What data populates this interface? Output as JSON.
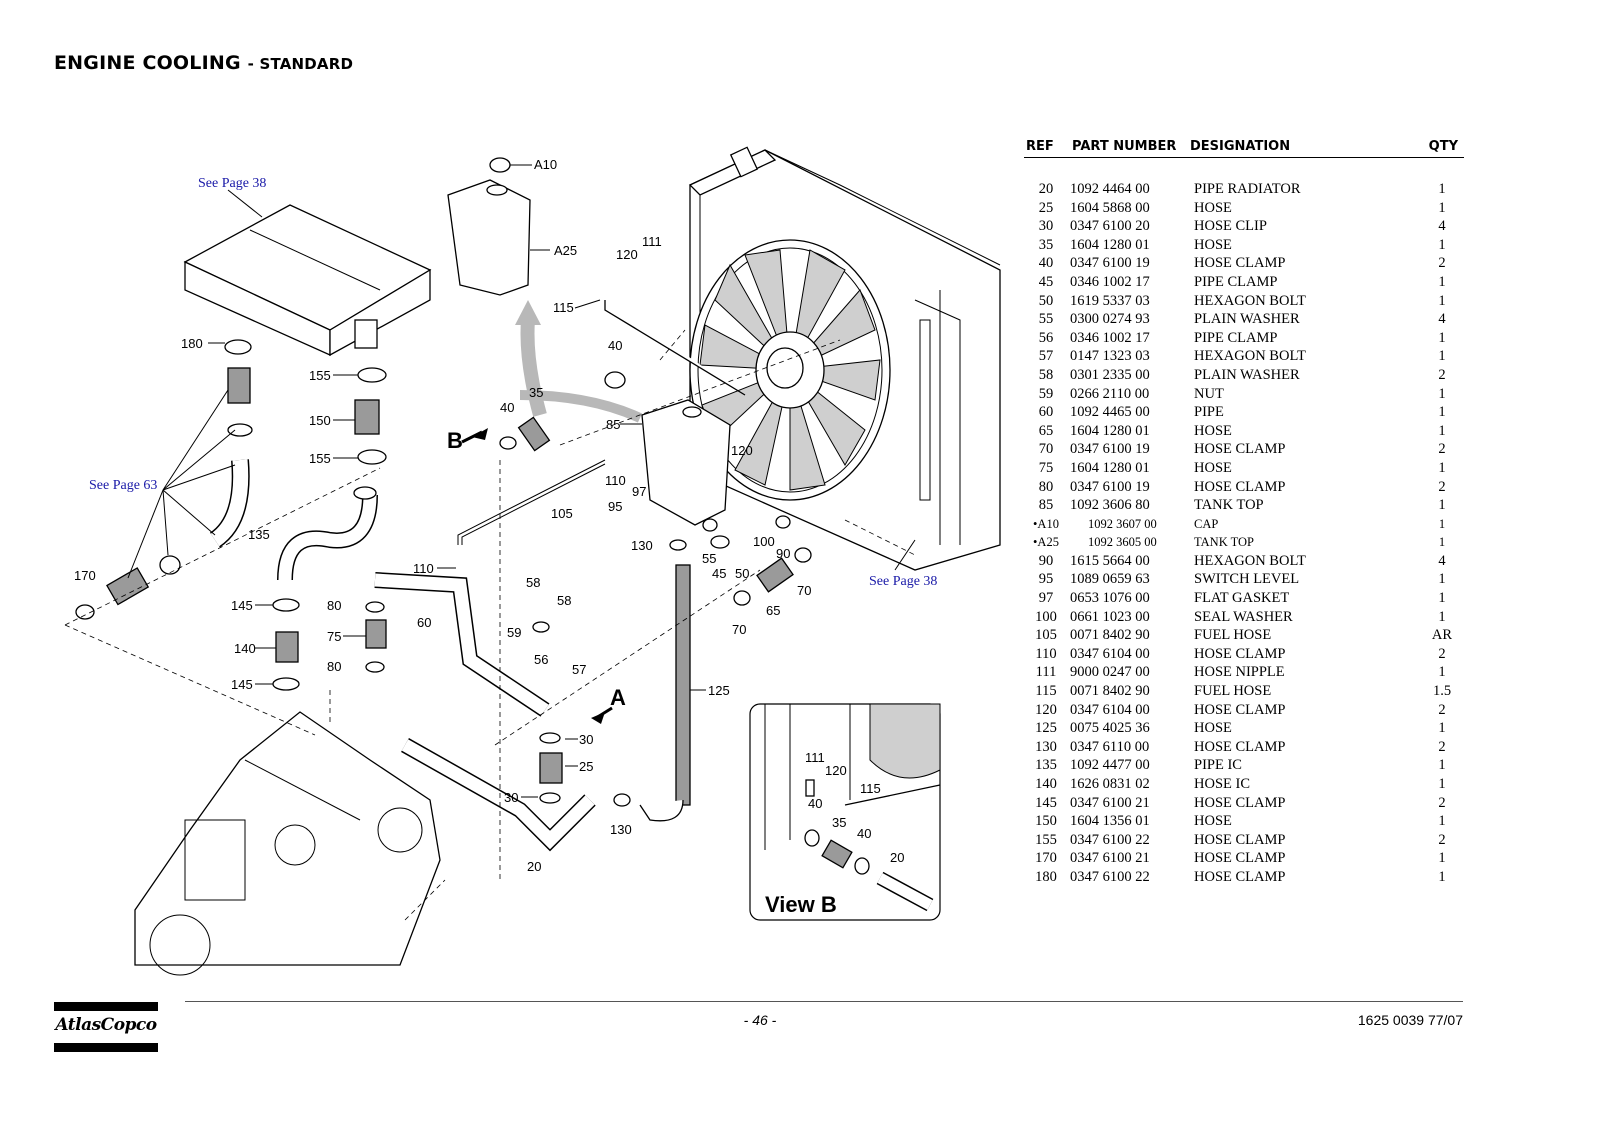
{
  "title": {
    "main": "ENGINE COOLING",
    "sub": "- STANDARD"
  },
  "table": {
    "headers": {
      "ref": "REF",
      "part_number": "PART NUMBER",
      "designation": "DESIGNATION",
      "qty": "QTY"
    },
    "rows": [
      {
        "ref": "20",
        "part_number": "1092 4464 00",
        "designation": "PIPE RADIATOR",
        "qty": "1"
      },
      {
        "ref": "25",
        "part_number": "1604 5868 00",
        "designation": "HOSE",
        "qty": "1"
      },
      {
        "ref": "30",
        "part_number": "0347 6100 20",
        "designation": "HOSE CLIP",
        "qty": "4"
      },
      {
        "ref": "35",
        "part_number": "1604 1280 01",
        "designation": "HOSE",
        "qty": "1"
      },
      {
        "ref": "40",
        "part_number": "0347 6100 19",
        "designation": "HOSE CLAMP",
        "qty": "2"
      },
      {
        "ref": "45",
        "part_number": "0346 1002 17",
        "designation": "PIPE CLAMP",
        "qty": "1"
      },
      {
        "ref": "50",
        "part_number": "1619 5337 03",
        "designation": "HEXAGON BOLT",
        "qty": "1"
      },
      {
        "ref": "55",
        "part_number": "0300 0274 93",
        "designation": "PLAIN WASHER",
        "qty": "4"
      },
      {
        "ref": "56",
        "part_number": "0346 1002 17",
        "designation": "PIPE CLAMP",
        "qty": "1"
      },
      {
        "ref": "57",
        "part_number": "0147 1323 03",
        "designation": "HEXAGON BOLT",
        "qty": "1"
      },
      {
        "ref": "58",
        "part_number": "0301 2335 00",
        "designation": "PLAIN WASHER",
        "qty": "2"
      },
      {
        "ref": "59",
        "part_number": "0266 2110 00",
        "designation": "NUT",
        "qty": "1"
      },
      {
        "ref": "60",
        "part_number": "1092 4465 00",
        "designation": "PIPE",
        "qty": "1"
      },
      {
        "ref": "65",
        "part_number": "1604 1280 01",
        "designation": "HOSE",
        "qty": "1"
      },
      {
        "ref": "70",
        "part_number": "0347 6100 19",
        "designation": "HOSE CLAMP",
        "qty": "2"
      },
      {
        "ref": "75",
        "part_number": "1604 1280 01",
        "designation": "HOSE",
        "qty": "1"
      },
      {
        "ref": "80",
        "part_number": "0347 6100 19",
        "designation": "HOSE CLAMP",
        "qty": "2"
      },
      {
        "ref": "85",
        "part_number": "1092 3606 80",
        "designation": "TANK TOP",
        "qty": "1"
      },
      {
        "ref": "•A10",
        "part_number": "1092 3607 00",
        "designation": "CAP",
        "qty": "1"
      },
      {
        "ref": "•A25",
        "part_number": "1092 3605 00",
        "designation": "TANK TOP",
        "qty": "1"
      },
      {
        "ref": "90",
        "part_number": "1615 5664 00",
        "designation": "HEXAGON BOLT",
        "qty": "4"
      },
      {
        "ref": "95",
        "part_number": "1089 0659 63",
        "designation": "SWITCH LEVEL",
        "qty": "1"
      },
      {
        "ref": "97",
        "part_number": "0653 1076 00",
        "designation": "FLAT GASKET",
        "qty": "1"
      },
      {
        "ref": "100",
        "part_number": "0661 1023 00",
        "designation": "SEAL WASHER",
        "qty": "1"
      },
      {
        "ref": "105",
        "part_number": "0071 8402 90",
        "designation": "FUEL HOSE",
        "qty": "AR"
      },
      {
        "ref": "110",
        "part_number": "0347 6104 00",
        "designation": "HOSE CLAMP",
        "qty": "2"
      },
      {
        "ref": "111",
        "part_number": "9000 0247 00",
        "designation": "HOSE NIPPLE",
        "qty": "1"
      },
      {
        "ref": "115",
        "part_number": "0071 8402 90",
        "designation": "FUEL HOSE",
        "qty": "1.5"
      },
      {
        "ref": "120",
        "part_number": "0347 6104 00",
        "designation": "HOSE CLAMP",
        "qty": "2"
      },
      {
        "ref": "125",
        "part_number": "0075 4025 36",
        "designation": "HOSE",
        "qty": "1"
      },
      {
        "ref": "130",
        "part_number": "0347 6110 00",
        "designation": "HOSE CLAMP",
        "qty": "2"
      },
      {
        "ref": "135",
        "part_number": "1092 4477 00",
        "designation": "PIPE IC",
        "qty": "1"
      },
      {
        "ref": "140",
        "part_number": "1626 0831 02",
        "designation": "HOSE IC",
        "qty": "1"
      },
      {
        "ref": "145",
        "part_number": "0347 6100 21",
        "designation": "HOSE CLAMP",
        "qty": "2"
      },
      {
        "ref": "150",
        "part_number": "1604 1356 01",
        "designation": "HOSE",
        "qty": "1"
      },
      {
        "ref": "155",
        "part_number": "0347 6100 22",
        "designation": "HOSE CLAMP",
        "qty": "2"
      },
      {
        "ref": "170",
        "part_number": "0347 6100 21",
        "designation": "HOSE CLAMP",
        "qty": "1"
      },
      {
        "ref": "180",
        "part_number": "0347 6100 22",
        "designation": "HOSE CLAMP",
        "qty": "1"
      }
    ]
  },
  "diagram": {
    "callouts": {
      "a10": "A10",
      "a25": "A25",
      "c111": "111",
      "c120": "120",
      "c115": "115",
      "c40a": "40",
      "c40b": "40",
      "c35": "35",
      "c85": "85",
      "c120b": "120",
      "c110a": "110",
      "c97": "97",
      "c95": "95",
      "c105": "105",
      "c130a": "130",
      "c55": "55",
      "c45": "45",
      "c50": "50",
      "c100": "100",
      "c90": "90",
      "c65": "65",
      "c70a": "70",
      "c70b": "70",
      "c180": "180",
      "c155a": "155",
      "c150": "150",
      "c155b": "155",
      "c135": "135",
      "c170": "170",
      "c145a": "145",
      "c140": "140",
      "c145b": "145",
      "c80a": "80",
      "c75": "75",
      "c80b": "80",
      "c110b": "110",
      "c60": "60",
      "c58a": "58",
      "c58b": "58",
      "c59": "59",
      "c56": "56",
      "c57": "57",
      "c125": "125",
      "c30a": "30",
      "c25": "25",
      "c30b": "30",
      "c130b": "130",
      "c20": "20",
      "vb111": "111",
      "vb120": "120",
      "vb115": "115",
      "vb40a": "40",
      "vb35": "35",
      "vb40b": "40",
      "vb20": "20"
    },
    "refs": {
      "see38a": "See Page 38",
      "see63": "See Page 63",
      "see38b": "See Page 38"
    },
    "markers": {
      "a": "A",
      "b": "B"
    },
    "view_b_label": "View B"
  },
  "footer": {
    "brand": "AtlasCopco",
    "page": "- 46 -",
    "doc_number": "1625 0039 77/07"
  }
}
